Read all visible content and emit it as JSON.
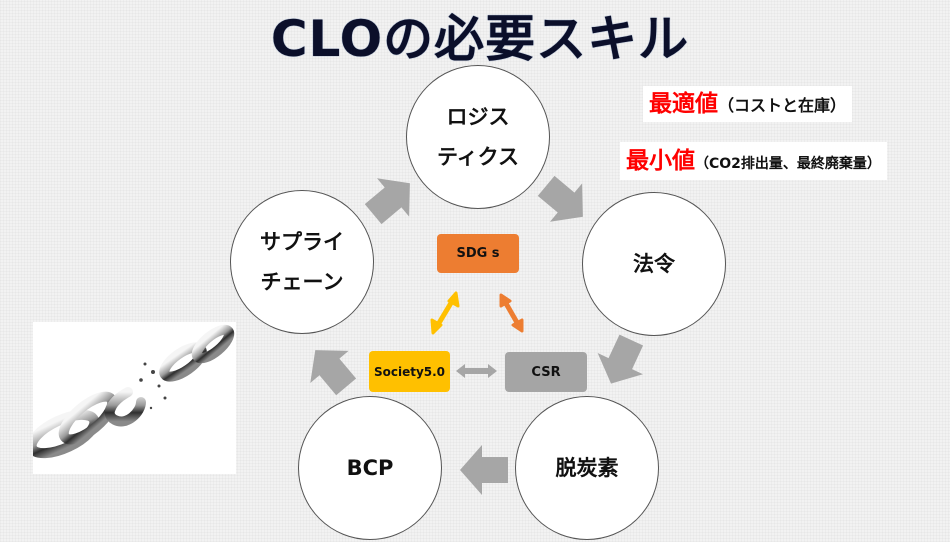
{
  "title": "CLOの必要スキル",
  "notes": [
    {
      "emphasis": "最適値",
      "detail": "（コストと在庫）",
      "emphasis_color": "#FF0000"
    },
    {
      "emphasis": "最小値",
      "detail": "（CO2排出量、最終廃棄量）",
      "emphasis_color": "#FF0000"
    }
  ],
  "cycle": {
    "nodes": [
      {
        "id": "logistics",
        "lines": [
          "ロジス",
          "ティクス"
        ]
      },
      {
        "id": "law",
        "lines": [
          "法令"
        ]
      },
      {
        "id": "decarbonization",
        "lines": [
          "脱炭素"
        ]
      },
      {
        "id": "bcp",
        "lines": [
          "BCP"
        ]
      },
      {
        "id": "supply-chain",
        "lines": [
          "サプライ",
          "チェーン"
        ]
      }
    ],
    "arrow_color": "#A6A6A6",
    "direction": "clockwise"
  },
  "center": {
    "boxes": [
      {
        "id": "sdgs",
        "label": "SDG s",
        "color": "#ED7D31"
      },
      {
        "id": "society",
        "label": "Society5.0",
        "color": "#FFC000"
      },
      {
        "id": "csr",
        "label": "CSR",
        "color": "#A5A5A5"
      }
    ],
    "links": [
      {
        "from": "society",
        "to": "sdgs",
        "color": "#FFC000",
        "type": "double-arrow"
      },
      {
        "from": "sdgs",
        "to": "csr",
        "color": "#ED7D31",
        "type": "double-arrow"
      },
      {
        "from": "society",
        "to": "csr",
        "color": "#A6A6A6",
        "type": "double-arrow"
      }
    ]
  },
  "image": {
    "description": "broken chain",
    "icon": "broken-chain-icon"
  }
}
